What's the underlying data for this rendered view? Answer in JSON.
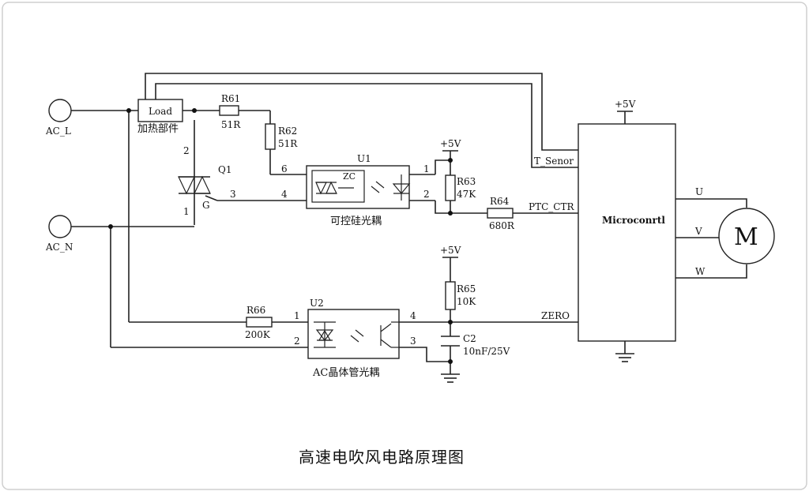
{
  "labels": {
    "ac_l": "AC_L",
    "ac_n": "AC_N",
    "load": "Load",
    "heater": "加热部件",
    "r61": "R61",
    "r61_val": "51R",
    "r62": "R62",
    "r62_val": "51R",
    "q1": "Q1",
    "q1_pin2": "2",
    "q1_pin1": "1",
    "q1_pin3": "3",
    "q1_g": "G",
    "u1": "U1",
    "u1_zc": "ZC",
    "u1_pin6": "6",
    "u1_pin4": "4",
    "u1_pin1": "1",
    "u1_pin2": "2",
    "u1_desc": "可控硅光耦",
    "vcc_top": "+5V",
    "r63": "R63",
    "r63_val": "47K",
    "r64": "R64",
    "r64_val": "680R",
    "ptc_ctr": "PTC_CTR",
    "t_senor": "T_Senor",
    "vcc_mcu": "+5V",
    "mcu": "Microconrtl",
    "u": "U",
    "v": "V",
    "w": "W",
    "motor": "M",
    "vcc_r65": "+5V",
    "r65": "R65",
    "r65_val": "10K",
    "zero": "ZERO",
    "r66": "R66",
    "r66_val": "200K",
    "u2": "U2",
    "u2_pin1": "1",
    "u2_pin2": "2",
    "u2_pin3": "3",
    "u2_pin4": "4",
    "u2_desc": "AC晶体管光耦",
    "c2": "C2",
    "c2_val": "10nF/25V"
  },
  "caption": "高速电吹风电路原理图"
}
